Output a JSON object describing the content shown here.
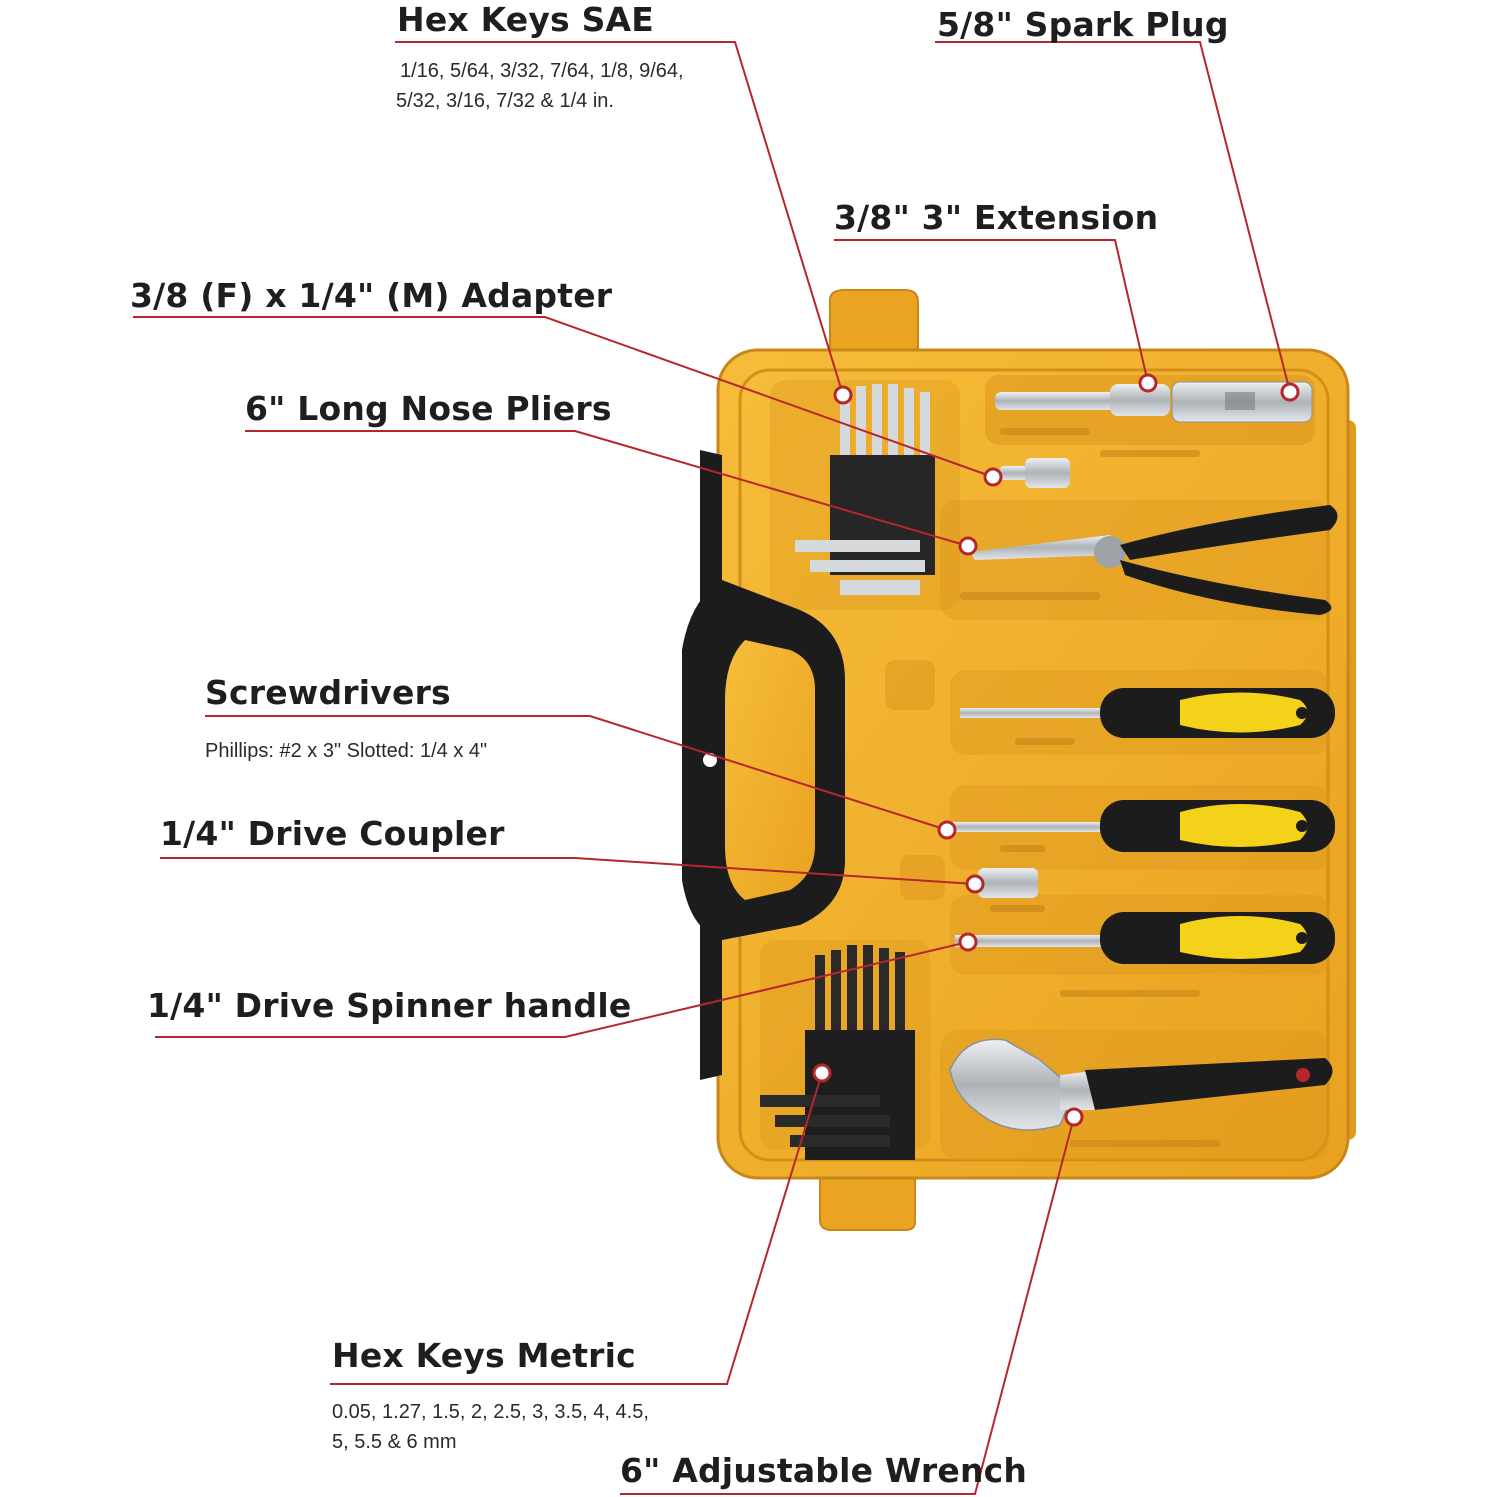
{
  "colors": {
    "leader": "#b5272a",
    "case_yellow": "#f2b12a",
    "case_dark_yellow": "#d9961c",
    "handle_black": "#1c1c1c",
    "grip_yellow": "#f5d21a",
    "steel": "#c9cdd2"
  },
  "callouts": [
    {
      "id": "hex-sae",
      "title": "Hex Keys SAE",
      "detail": [
        "1/16, 5/64, 3/32, 7/64, 1/8, 9/64,",
        "5/32, 3/16, 7/32 & 1/4 in."
      ]
    },
    {
      "id": "spark-plug",
      "title": "5/8\" Spark Plug",
      "detail": []
    },
    {
      "id": "extension",
      "title": "3/8\" 3\" Extension",
      "detail": []
    },
    {
      "id": "adapter",
      "title": "3/8 (F) x 1/4\" (M) Adapter",
      "detail": []
    },
    {
      "id": "pliers",
      "title": "6\" Long Nose Pliers",
      "detail": []
    },
    {
      "id": "screwdrivers",
      "title": "Screwdrivers",
      "detail": [
        "Phillips: #2 x 3\" Slotted: 1/4 x 4\""
      ]
    },
    {
      "id": "coupler",
      "title": "1/4\" Drive Coupler",
      "detail": []
    },
    {
      "id": "spinner",
      "title": "1/4\" Drive Spinner handle",
      "detail": []
    },
    {
      "id": "hex-metric",
      "title": "Hex Keys Metric",
      "detail": [
        "0.05, 1.27, 1.5, 2, 2.5, 3, 3.5, 4, 4.5,",
        "5, 5.5 & 6 mm"
      ]
    },
    {
      "id": "wrench",
      "title": "6\" Adjustable Wrench",
      "detail": []
    }
  ]
}
